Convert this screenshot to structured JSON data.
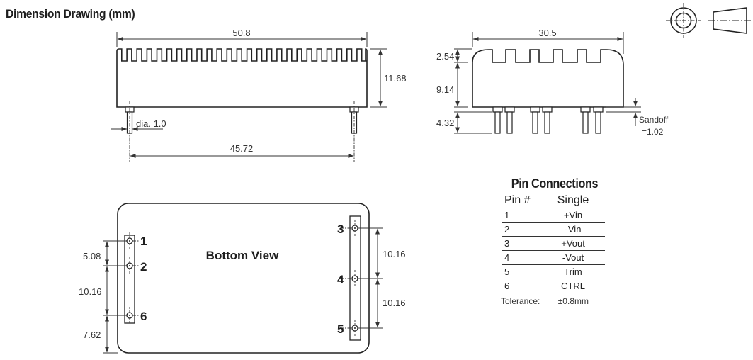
{
  "title": "Dimension Drawing (mm)",
  "symbols": [
    "third-angle-projection-circles-icon",
    "third-angle-projection-cone-icon"
  ],
  "front_view": {
    "length": "50.8",
    "height": "11.68",
    "pin_diameter": "dia. 1.0",
    "pin_spacing": "45.72",
    "fin_count": 25
  },
  "side_view": {
    "width": "30.5",
    "fin_height": "2.54",
    "body_height": "9.14",
    "pin_length": "4.32",
    "standoff_label": "Sandoff",
    "standoff_value": "=1.02"
  },
  "bottom_view": {
    "label": "Bottom View",
    "left_pins": [
      "1",
      "2",
      "6"
    ],
    "right_pins": [
      "3",
      "4",
      "5"
    ],
    "left_dims": [
      "5.08",
      "10.16",
      "7.62"
    ],
    "right_dims": [
      "10.16",
      "10.16"
    ]
  },
  "pin_connections": {
    "title": "Pin Connections",
    "headers": [
      "Pin #",
      "Single"
    ],
    "rows": [
      {
        "pin": "1",
        "function": "+Vin"
      },
      {
        "pin": "2",
        "function": "-Vin"
      },
      {
        "pin": "3",
        "function": "+Vout"
      },
      {
        "pin": "4",
        "function": "-Vout"
      },
      {
        "pin": "5",
        "function": "Trim"
      },
      {
        "pin": "6",
        "function": "CTRL"
      }
    ],
    "tolerance_label": "Tolerance:",
    "tolerance_value": "±0.8mm"
  }
}
